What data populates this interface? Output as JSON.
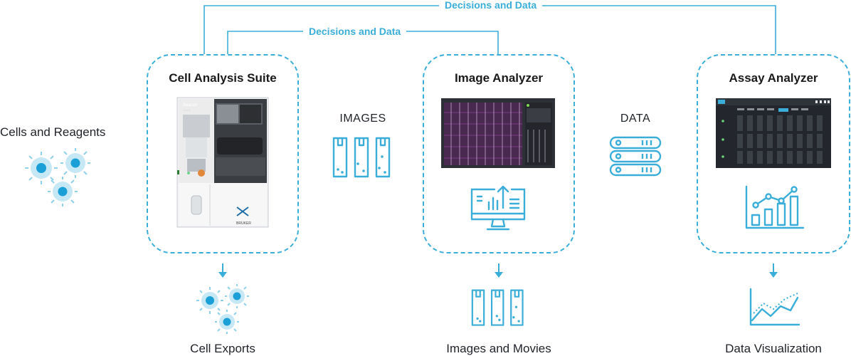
{
  "colors": {
    "accent": "#3aaed8",
    "text": "#1a1a1a"
  },
  "feedback_loops": {
    "outer_label": "Decisions and Data",
    "inner_label": "Decisions and Data"
  },
  "input": {
    "label": "Cells and Reagents",
    "icon": "cells-icon"
  },
  "modules": [
    {
      "title": "Cell Analysis Suite",
      "image": "instrument-photo",
      "output_label": "Cell Exports",
      "output_icon": "cells-icon"
    },
    {
      "title": "Image Analyzer",
      "image": "image-analyzer-screenshot",
      "icon": "monitor-upload-chart-icon",
      "output_label": "Images and Movies",
      "output_icon": "pen-chips-icon"
    },
    {
      "title": "Assay Analyzer",
      "image": "assay-analyzer-screenshot",
      "icon": "bar-chart-trend-icon",
      "output_label": "Data Visualization",
      "output_icon": "line-graph-icon"
    }
  ],
  "connectors": [
    {
      "label": "IMAGES",
      "icon": "pen-chips-icon"
    },
    {
      "label": "DATA",
      "icon": "database-icon"
    }
  ],
  "instrument_text": {
    "model": "Beacon",
    "model_sub": "Quest",
    "brand": "BRUKER"
  }
}
